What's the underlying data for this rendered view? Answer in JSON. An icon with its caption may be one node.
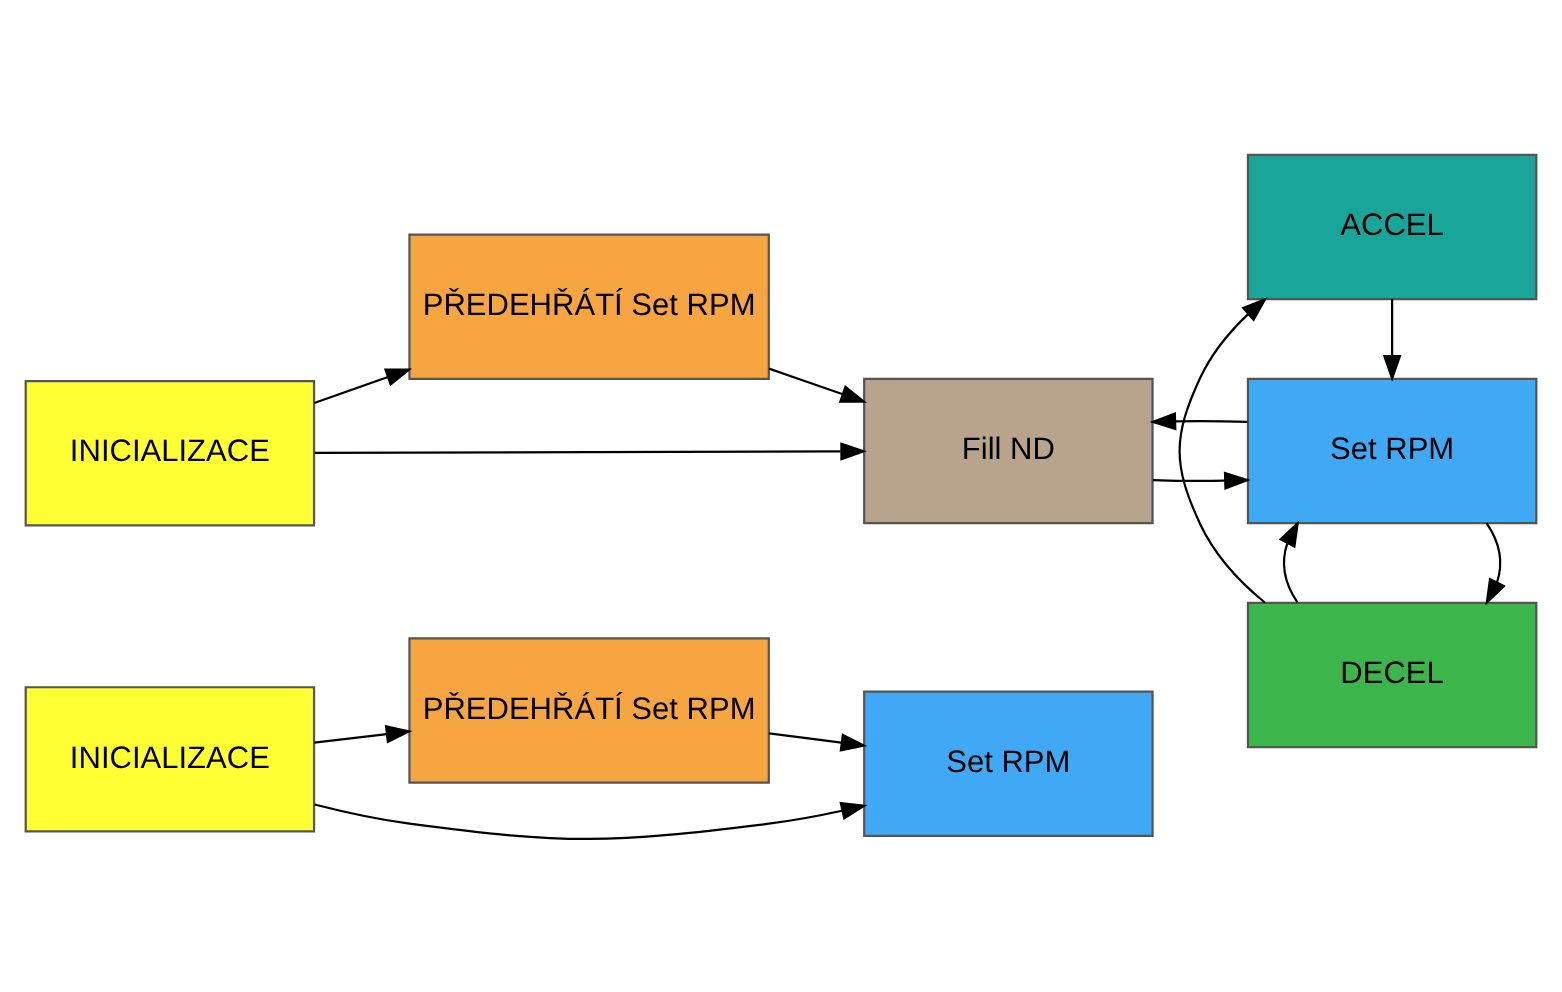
{
  "diagram": {
    "nodes": [
      {
        "text": [
          "INICIALIZACE"
        ]
      },
      {
        "text": [
          "PŘEDEHŘÁTÍ Set RPM"
        ]
      },
      {
        "text": [
          "Set RPM"
        ]
      },
      {
        "text": [
          "INICIALIZACE"
        ]
      },
      {
        "text": [
          "PŘEDEHŘÁTÍ Set RPM"
        ]
      },
      {
        "text": [
          "Fill ND"
        ]
      },
      {
        "text": [
          "Set RPM"
        ]
      },
      {
        "text": [
          "DECEL"
        ]
      },
      {
        "text": [
          "ACCEL"
        ]
      }
    ],
    "edges": [
      {
        "from": 0,
        "to": 1,
        "arrow": "to"
      },
      {
        "from": 1,
        "to": 2,
        "arrow": "to"
      },
      {
        "from": 0,
        "to": 2,
        "arrow": "to"
      },
      {
        "from": 3,
        "to": 4,
        "arrow": "to"
      },
      {
        "from": 4,
        "to": 5,
        "arrow": "to"
      },
      {
        "from": 3,
        "to": 5,
        "arrow": "to"
      },
      {
        "from": 5,
        "to": 6,
        "arrow": "to"
      },
      {
        "from": 6,
        "to": 5,
        "arrow": "to"
      },
      {
        "from": 6,
        "to": 7,
        "arrow": "to"
      },
      {
        "from": 7,
        "to": 6,
        "arrow": "to"
      },
      {
        "from": 7,
        "to": 8,
        "arrow": "to"
      },
      {
        "from": 8,
        "to": 6,
        "arrow": "to"
      }
    ]
  }
}
